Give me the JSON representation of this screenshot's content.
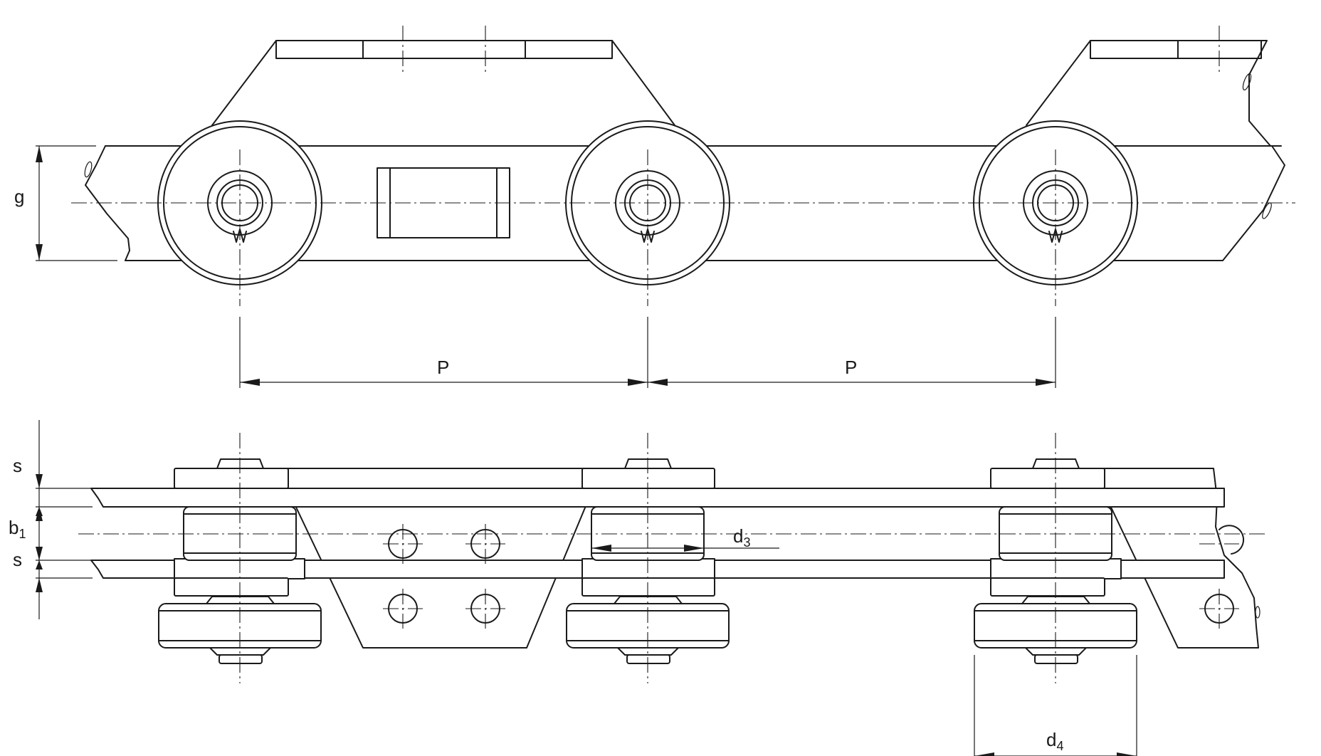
{
  "labels": {
    "g": "g",
    "p_left": "P",
    "p_right": "P",
    "s_top": "s",
    "b1_main": "b",
    "b1_sub": "1",
    "s_bottom": "s",
    "d3_main": "d",
    "d3_sub": "3",
    "d4_main": "d",
    "d4_sub": "4"
  },
  "colors": {
    "line": "#1a1a1a",
    "background": "#ffffff"
  }
}
